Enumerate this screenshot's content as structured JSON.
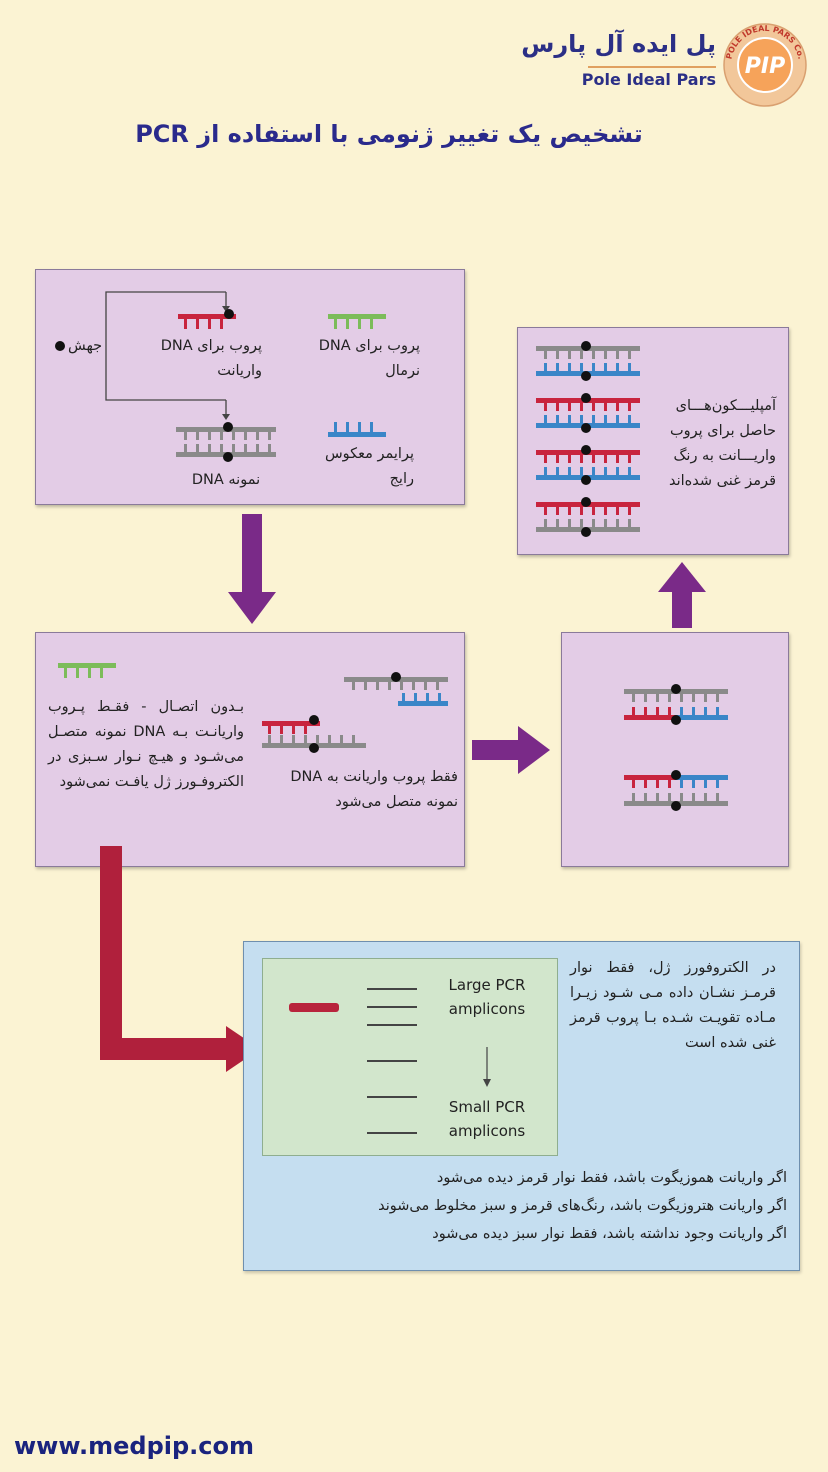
{
  "brand": {
    "name_fa": "پل ایده آل پارس",
    "name_en": "Pole Ideal Pars",
    "logo_text": "PIP",
    "seal_text": "POLE IDEAL PARS Co."
  },
  "title": "تشخیص یک تغییر ژنومی با استفاده از  PCR",
  "legend": {
    "mutation": "جهش",
    "variant_probe": "پروب برای DNA واریانت",
    "normal_probe": "پروب برای DNA نرمال",
    "sample_dna": "نمونه  DNA",
    "reverse_primer": "پرایمر معکوس رایج"
  },
  "amplicons_text": "آمپلیـــکون‌هـــای حاصل برای پروب واریـــانت به رنگ قرمز غنی شده‌اند",
  "binding": {
    "no_binding": "بـدون اتصـال - فقـط پـروب واریانـت بـه DNA نمونه متصـل می‌شـود و هیـچ نـوار سـبزی در الکتروفـورز ژل یافـت نمی‌شود",
    "variant_only": "فقط پروب واریانت به DNA نمونه متصل می‌شود"
  },
  "gel": {
    "large_label": "Large PCR amplicons",
    "small_label": "Small PCR amplicons",
    "description": "در الکتروفورز ژل، فقط نوار قرمـز نشـان داده مـی شـود زیـرا مـاده تقویـت شـده بـا پروب قرمز غنی شده است"
  },
  "results": [
    "اگر واریانت هموزیگوت باشد، فقط نوار قرمز دیده می‌شود",
    "اگر واریانت هتروزیگوت باشد، رنگ‌های قرمز و سبز مخلوط می‌شوند",
    "اگر واریانت وجود نداشته باشد، فقط نوار سبز دیده می‌شود"
  ],
  "footer": {
    "url": "www.medpip.com"
  },
  "colors": {
    "background": "#fbf3d3",
    "panel": "#e3cce6",
    "gel_panel": "#c5def0",
    "red_probe": "#c8243e",
    "green_probe": "#7cbc5a",
    "blue_primer": "#3a86c8",
    "dna_gray": "#8a8a8a",
    "arrow_purple": "#7a2a88",
    "arrow_red": "#b0203c",
    "title_blue": "#2a2a8c"
  }
}
